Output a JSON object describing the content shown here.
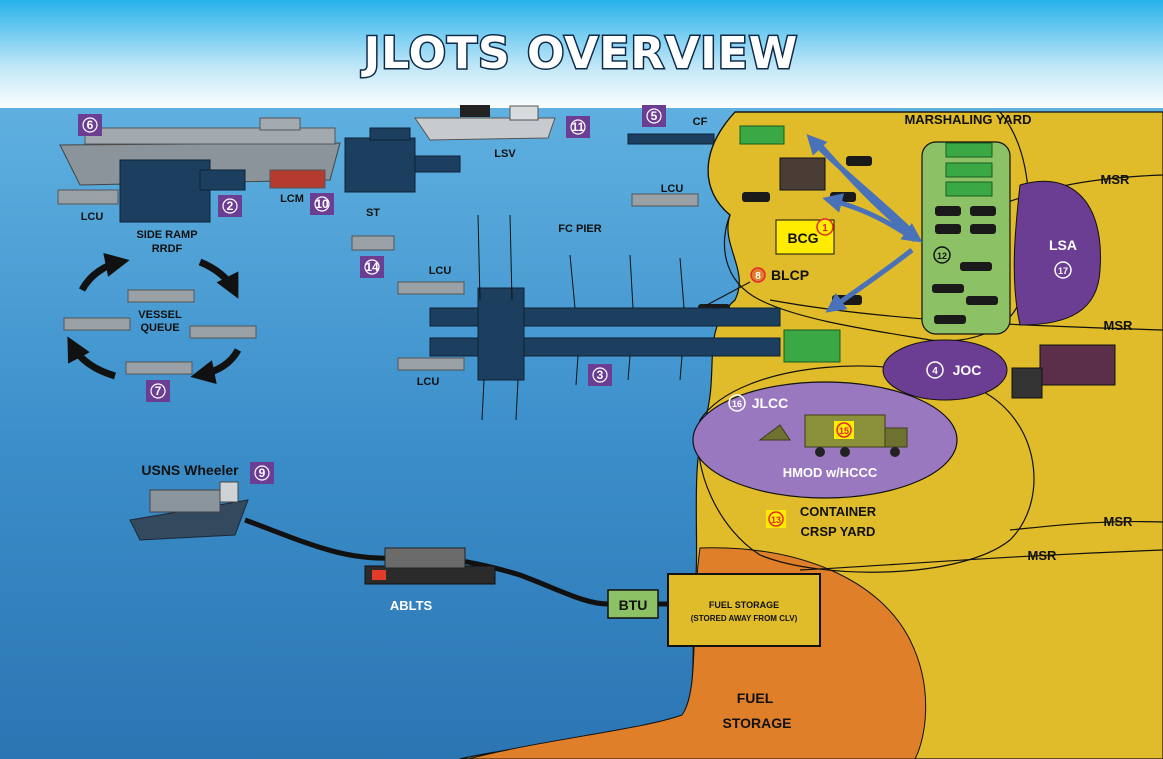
{
  "title": "JLOTS OVERVIEW",
  "labels": {
    "marshaling_yard": "MARSHALING YARD",
    "msr": "MSR",
    "lsa": "LSA",
    "joc": "JOC",
    "jlcc": "JLCC",
    "hmod": "HMOD w/HCCC",
    "container_crsp_1": "CONTAINER",
    "container_crsp_2": "CRSP YARD",
    "bcg": "BCG",
    "blcp": "BLCP",
    "fc_pier": "FC PIER",
    "cf": "CF",
    "lsv": "LSV",
    "lcm": "LCM",
    "lcu": "LCU",
    "st": "ST",
    "side_ramp": "SIDE RAMP",
    "rrdf": "RRDF",
    "vessel_queue_1": "VESSEL",
    "vessel_queue_2": "QUEUE",
    "usns": "USNS Wheeler",
    "ablts": "ABLTS",
    "btu": "BTU",
    "fuel_storage_box_1": "FUEL STORAGE",
    "fuel_storage_box_2": "(STORED AWAY FROM CLV)",
    "fuel_storage_1": "FUEL",
    "fuel_storage_2": "STORAGE"
  },
  "badges": {
    "b1": "1",
    "b2": "2",
    "b3": "3",
    "b4": "4",
    "b5": "5",
    "b6": "6",
    "b7": "7",
    "b8": "8",
    "b9": "9",
    "b10": "10",
    "b11": "11",
    "b12": "12",
    "b13": "13",
    "b14": "14",
    "b15": "15",
    "b16": "16",
    "b17": "17"
  },
  "colors": {
    "sky_top": "#2fb6ea",
    "sea": "#3a8fc9",
    "land": "#e0bb2a",
    "fuel_area": "#e07f2a",
    "lsa": "#6b3d93",
    "jlcc": "#9a78bf",
    "marshaling_inner": "#8cc265",
    "badge_purple": "#6b3d93",
    "bcg_yellow": "#ffec00",
    "btu_green": "#8cc265",
    "arrow_blue": "#4a72b8"
  }
}
